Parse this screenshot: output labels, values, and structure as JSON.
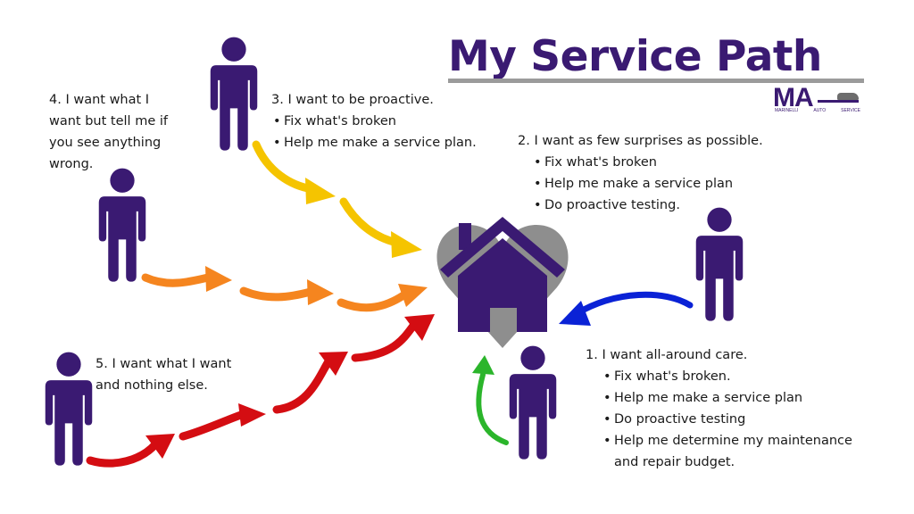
{
  "title": "My Service Path",
  "logo": {
    "letters": "MA",
    "subtitle_words": [
      "MARINELLI",
      "AUTO",
      "SERVICE"
    ]
  },
  "colors": {
    "purple": "#3a1a72",
    "gray": "#8e8e8e",
    "yellow": "#f5c400",
    "orange": "#f5851f",
    "red": "#d40d12",
    "blue": "#0a22d6",
    "green": "#2bb52b"
  },
  "icons": [
    "person-icon",
    "house-icon",
    "heart-icon",
    "arrow-icon",
    "car-icon"
  ],
  "paths": [
    {
      "number": "1.",
      "heading": "I want all-around care.",
      "color": "green",
      "bullets": [
        "Fix what's broken.",
        "Help me make a service plan",
        "Do proactive testing",
        "Help me determine my maintenance and repair budget."
      ]
    },
    {
      "number": "2.",
      "heading": "I want as few surprises as possible.",
      "color": "blue",
      "bullets": [
        "Fix what's broken",
        "Help me make a service plan",
        "Do proactive testing."
      ]
    },
    {
      "number": "3.",
      "heading": "I want to be proactive.",
      "color": "yellow",
      "bullets": [
        "Fix what's broken",
        "Help me make a service plan."
      ]
    },
    {
      "number": "4.",
      "heading": "I want what I want but tell me if you see anything wrong.",
      "color": "orange",
      "bullets": []
    },
    {
      "number": "5.",
      "heading": "I want what I want and nothing else.",
      "color": "red",
      "bullets": []
    }
  ]
}
